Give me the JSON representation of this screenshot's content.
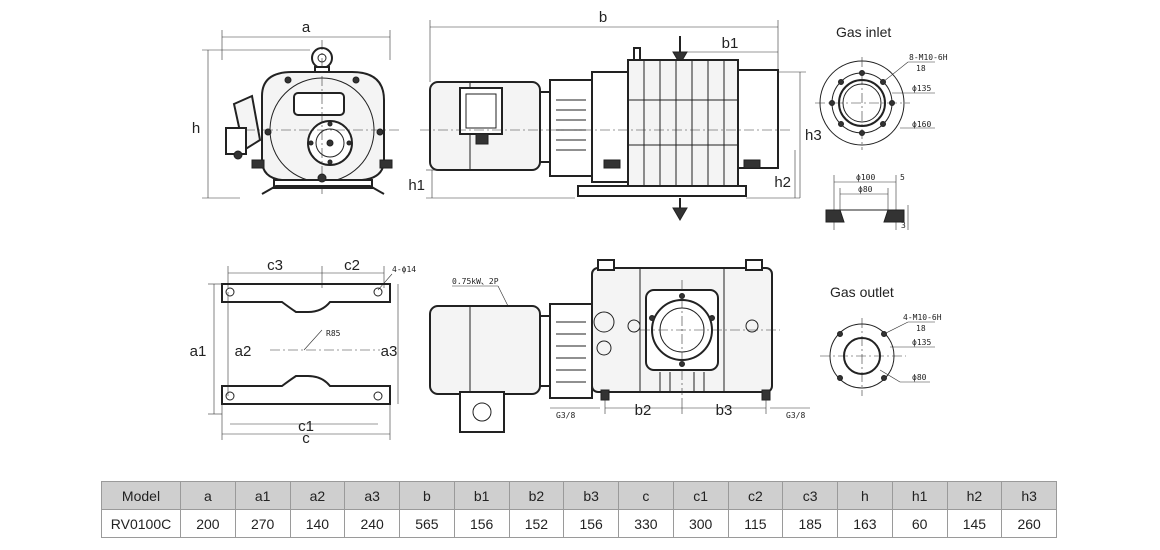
{
  "labels": {
    "a": "a",
    "b": "b",
    "b1": "b1",
    "b2": "b2",
    "b3": "b3",
    "h": "h",
    "h1": "h1",
    "h2": "h2",
    "h3": "h3",
    "a1": "a1",
    "a2": "a2",
    "a3": "a3",
    "c": "c",
    "c1": "c1",
    "c2": "c2",
    "c3": "c3",
    "holes_base": "4-ϕ14",
    "radius": "R85",
    "motor": "0.75kW、2P",
    "port_left": "G3/8",
    "port_right": "G3/8"
  },
  "gas_inlet": {
    "title": "Gas inlet",
    "bolts": "8-M10-6H",
    "depth": "18",
    "d1": "ϕ135",
    "d2": "ϕ160",
    "section_d1": "ϕ100",
    "section_d2": "ϕ80",
    "section_t": "5",
    "section_h": "3"
  },
  "gas_outlet": {
    "title": "Gas outlet",
    "bolts": "4-M10-6H",
    "depth": "18",
    "d1": "ϕ135",
    "d2": "ϕ80"
  },
  "table": {
    "headers": [
      "Model",
      "a",
      "a1",
      "a2",
      "a3",
      "b",
      "b1",
      "b2",
      "b3",
      "c",
      "c1",
      "c2",
      "c3",
      "h",
      "h1",
      "h2",
      "h3"
    ],
    "rows": [
      [
        "RV0100C",
        "200",
        "270",
        "140",
        "240",
        "565",
        "156",
        "152",
        "156",
        "330",
        "300",
        "115",
        "185",
        "163",
        "60",
        "145",
        "260"
      ]
    ]
  }
}
